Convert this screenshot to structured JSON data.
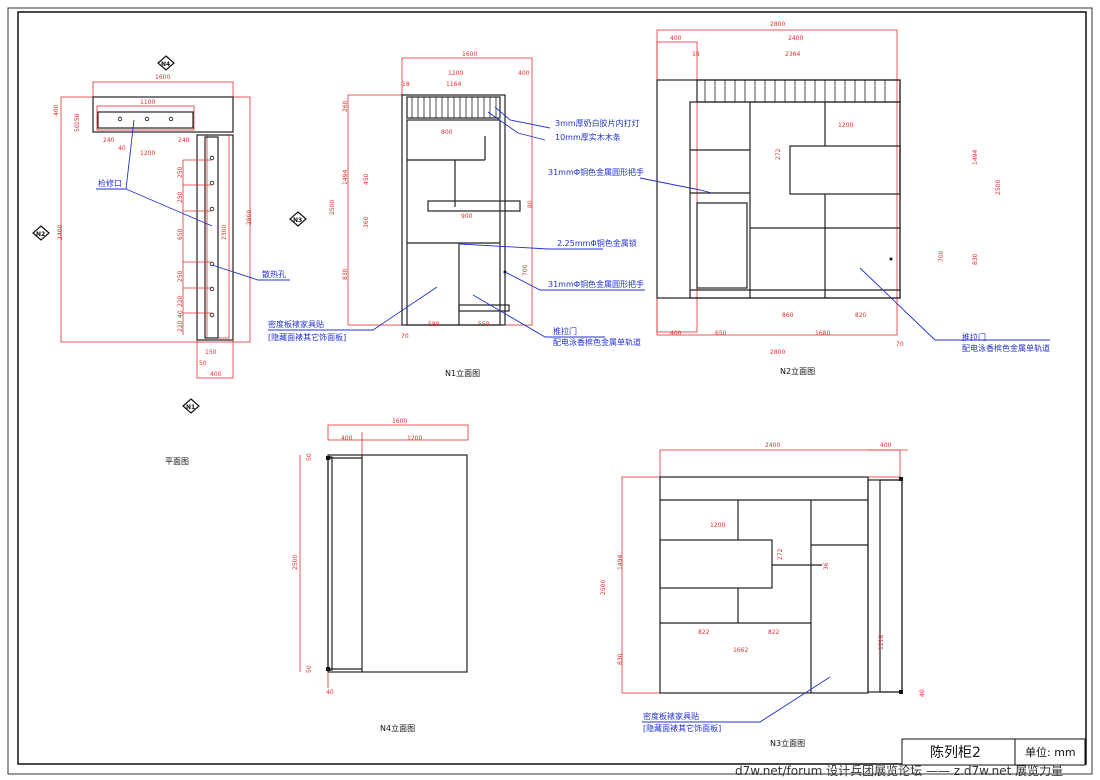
{
  "markers": {
    "n4": "N4",
    "n2": "N2",
    "n3": "N3",
    "n1": "N1"
  },
  "plan": {
    "title": "平面图",
    "labels": {
      "access": "检修口",
      "vent": "散热孔"
    },
    "dims": [
      "1600",
      "1100",
      "400",
      "150",
      "50",
      "240",
      "40",
      "240",
      "1200",
      "2400",
      "2800",
      "2300",
      "250",
      "250",
      "650",
      "250",
      "220",
      "40",
      "220",
      "150",
      "50",
      "400"
    ]
  },
  "n1": {
    "title": "N1立面图",
    "labels": {
      "light": "3mm厚奶白胶片内打灯",
      "strip": "10mm厚实木木条",
      "handle1": "31mmΦ铜色金属圆形把手",
      "lock": "2.25mmΦ铜色金属锁",
      "handle2": "31mmΦ铜色金属圆形把手",
      "door1": "推拉门",
      "door2": "配电泳香槟色金属单轨道",
      "veneer1": "密度板裱家具贴",
      "veneer2": "[隐藏面裱其它饰面板]"
    },
    "dims": [
      "1600",
      "1200",
      "400",
      "1164",
      "18",
      "800",
      "900",
      "580",
      "550",
      "70",
      "2500",
      "1494",
      "260",
      "450",
      "360",
      "830",
      "80",
      "700"
    ]
  },
  "n2": {
    "title": "N2立面图",
    "labels": {
      "door1": "推拉门",
      "door2": "配电泳香槟色金属单轨道"
    },
    "dims": [
      "2800",
      "2400",
      "400",
      "2364",
      "18",
      "1200",
      "400",
      "650",
      "1680",
      "860",
      "820",
      "2800",
      "2500",
      "1494",
      "700",
      "830",
      "272",
      "70"
    ]
  },
  "n4": {
    "title": "N4立面图",
    "dims": [
      "1600",
      "400",
      "1200",
      "2500",
      "50",
      "50",
      "40"
    ]
  },
  "n3": {
    "title": "N3立面图",
    "labels": {
      "veneer1": "密度板裱家具贴",
      "veneer2": "[隐藏面裱其它饰面板]"
    },
    "dims": [
      "2400",
      "400",
      "1200",
      "822",
      "822",
      "1662",
      "2500",
      "1494",
      "830",
      "272",
      "1218",
      "36",
      "40"
    ]
  },
  "title_block": {
    "name": "陈列柜2",
    "unit": "单位: mm"
  },
  "watermark": "d7w.net/forum 设计兵团展览论坛 —— z.d7w.net 展览力量"
}
